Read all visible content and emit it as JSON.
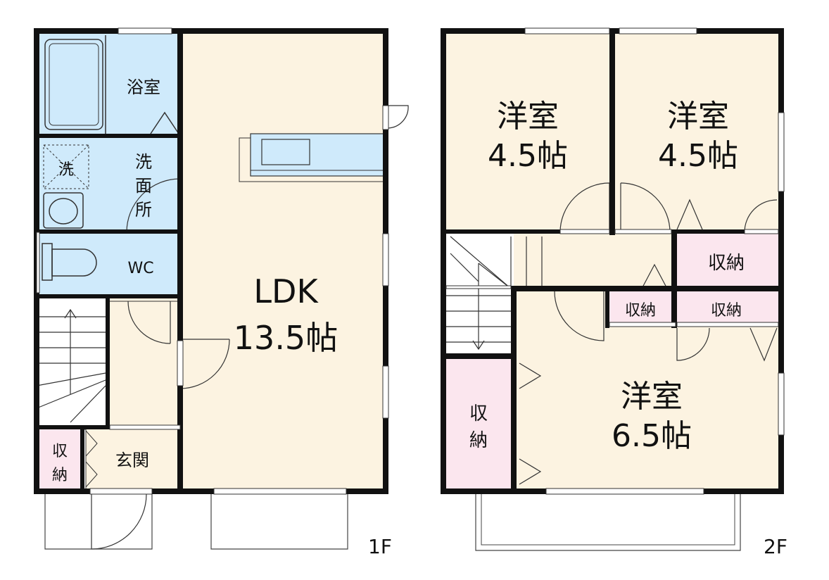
{
  "floor1": {
    "label": "1F",
    "rooms": {
      "bath": "浴室",
      "washroom_chars": [
        "洗",
        "面",
        "所"
      ],
      "washer": "洗",
      "wc": "WC",
      "ldk_name": "LDK",
      "ldk_size": "13.5帖",
      "entrance": "玄関",
      "storage_chars": [
        "収",
        "納"
      ]
    }
  },
  "floor2": {
    "label": "2F",
    "rooms": {
      "room_a_name": "洋室",
      "room_a_size": "4.5帖",
      "room_b_name": "洋室",
      "room_b_size": "4.5帖",
      "room_c_name": "洋室",
      "room_c_size": "6.5帖",
      "storage_top": "収納",
      "storage_mid_left": "収納",
      "storage_mid_right": "収納",
      "storage_left_chars": [
        "収",
        "納"
      ]
    }
  },
  "colors": {
    "wall": "#111111",
    "wet_area": "#cfeafb",
    "room": "#fcf3e1",
    "storage": "#fbe6ee",
    "stair": "#ffffff"
  }
}
